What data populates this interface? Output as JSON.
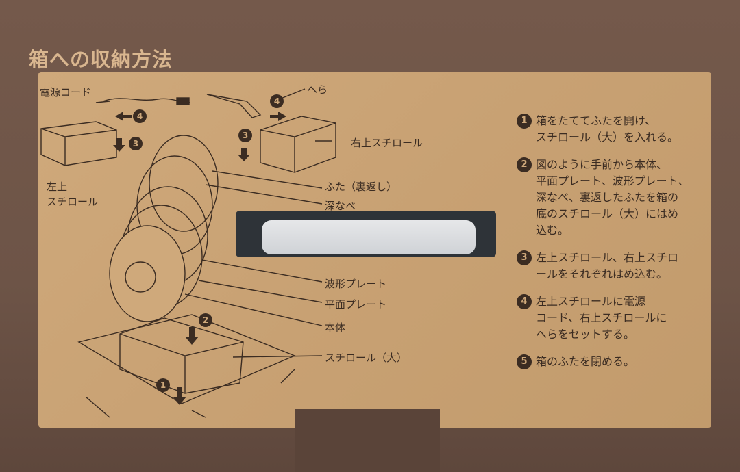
{
  "title": "箱への収納方法",
  "labels": {
    "power_cord": "電源コード",
    "spatula": "へら",
    "top_left_foam": "左上\nスチロール",
    "top_right_foam": "右上スチロール",
    "lid": "ふた（裏返し）",
    "deep_pot": "深なべ",
    "wave_plate": "波形プレート",
    "flat_plate": "平面プレート",
    "body": "本体",
    "large_foam": "スチロール（大）",
    "arrow4a": "4",
    "arrow4b": "4",
    "arrow3a": "3",
    "arrow3b": "3",
    "arrow2": "2",
    "arrow1": "1"
  },
  "steps": [
    {
      "num": "1",
      "text": "箱をたててふたを開け、\nスチロール（大）を入れる。"
    },
    {
      "num": "2",
      "text": "図のように手前から本体、\n平面プレート、波形プレート、\n深なべ、裏返したふたを箱の\n底のスチロール（大）にはめ\n込む。"
    },
    {
      "num": "3",
      "text": "左上スチロール、右上スチロ\nールをそれぞれはめ込む。"
    },
    {
      "num": "4",
      "text": "左上スチロールに電源\nコード、右上スチロールに\nへらをセットする。"
    },
    {
      "num": "5",
      "text": "箱のふたを閉める。"
    }
  ],
  "colors": {
    "cardboard": "#cfa97b",
    "print": "#3b2c22",
    "box_brown": "#6d5447",
    "handle": "#dcdfe3"
  }
}
